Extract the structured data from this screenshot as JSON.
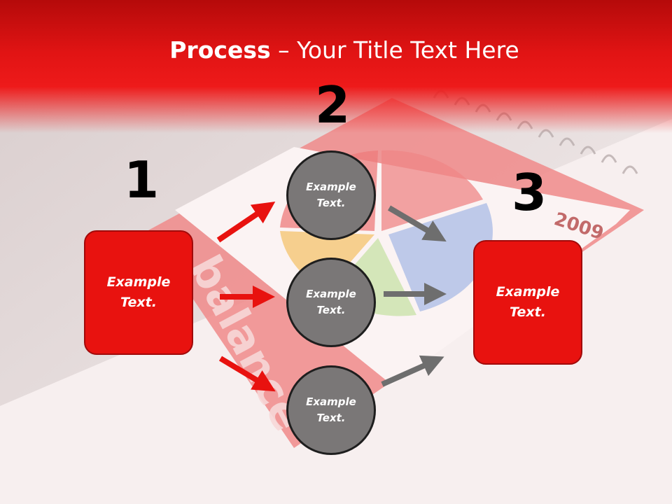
{
  "title": {
    "bold": "Process",
    "rest": " – Your Title Text Here"
  },
  "steps": [
    {
      "number": "1",
      "text": "Example Text."
    },
    {
      "number": "2"
    },
    {
      "number": "3",
      "text": "Example Text."
    }
  ],
  "circles": [
    {
      "text": "Example Text."
    },
    {
      "text": "Example Text."
    },
    {
      "text": "Example Text."
    }
  ],
  "background": {
    "word": "balance",
    "year": "2009"
  },
  "colors": {
    "accent": "#e8120f",
    "circle": "#7a7777",
    "arrow_red": "#e8120f",
    "arrow_gray": "#6e6e6e"
  }
}
